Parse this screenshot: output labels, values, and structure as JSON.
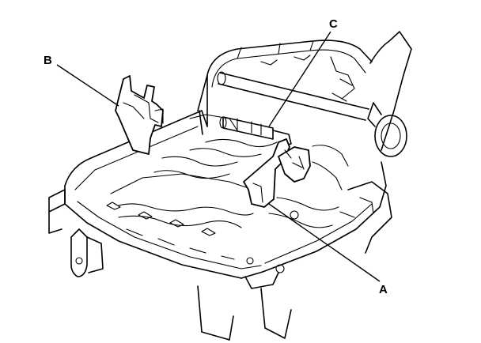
{
  "figure": {
    "callouts": [
      {
        "id": "A",
        "label": "A"
      },
      {
        "id": "B",
        "label": "B"
      },
      {
        "id": "C",
        "label": "C"
      }
    ]
  }
}
